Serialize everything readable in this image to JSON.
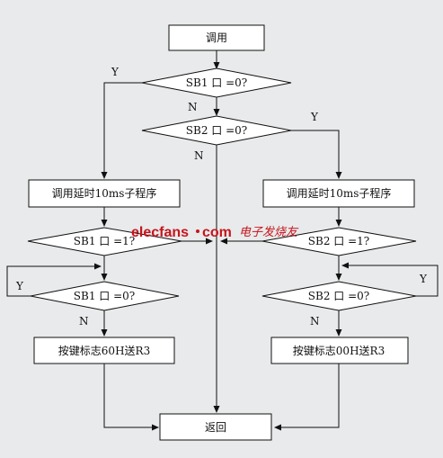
{
  "flowchart": {
    "start": "调用",
    "sb1_check": "SB1 口 =0?",
    "sb2_check": "SB2 口 =0?",
    "delay_left": "调用延时10ms子程序",
    "delay_right": "调用延时10ms子程序",
    "sb1_verify": "SB1 口 =1?",
    "sb2_verify": "SB2 口 =1?",
    "sb1_release": "SB1 口 =0?",
    "sb2_release": "SB2 口 =0?",
    "flag_left": "按键标志60H送R3",
    "flag_right": "按键标志00H送R3",
    "end": "返回",
    "yes": "Y",
    "no": "N"
  },
  "watermark": {
    "brand": "elecfans",
    "domain": "com",
    "cn": "电子发烧友"
  }
}
